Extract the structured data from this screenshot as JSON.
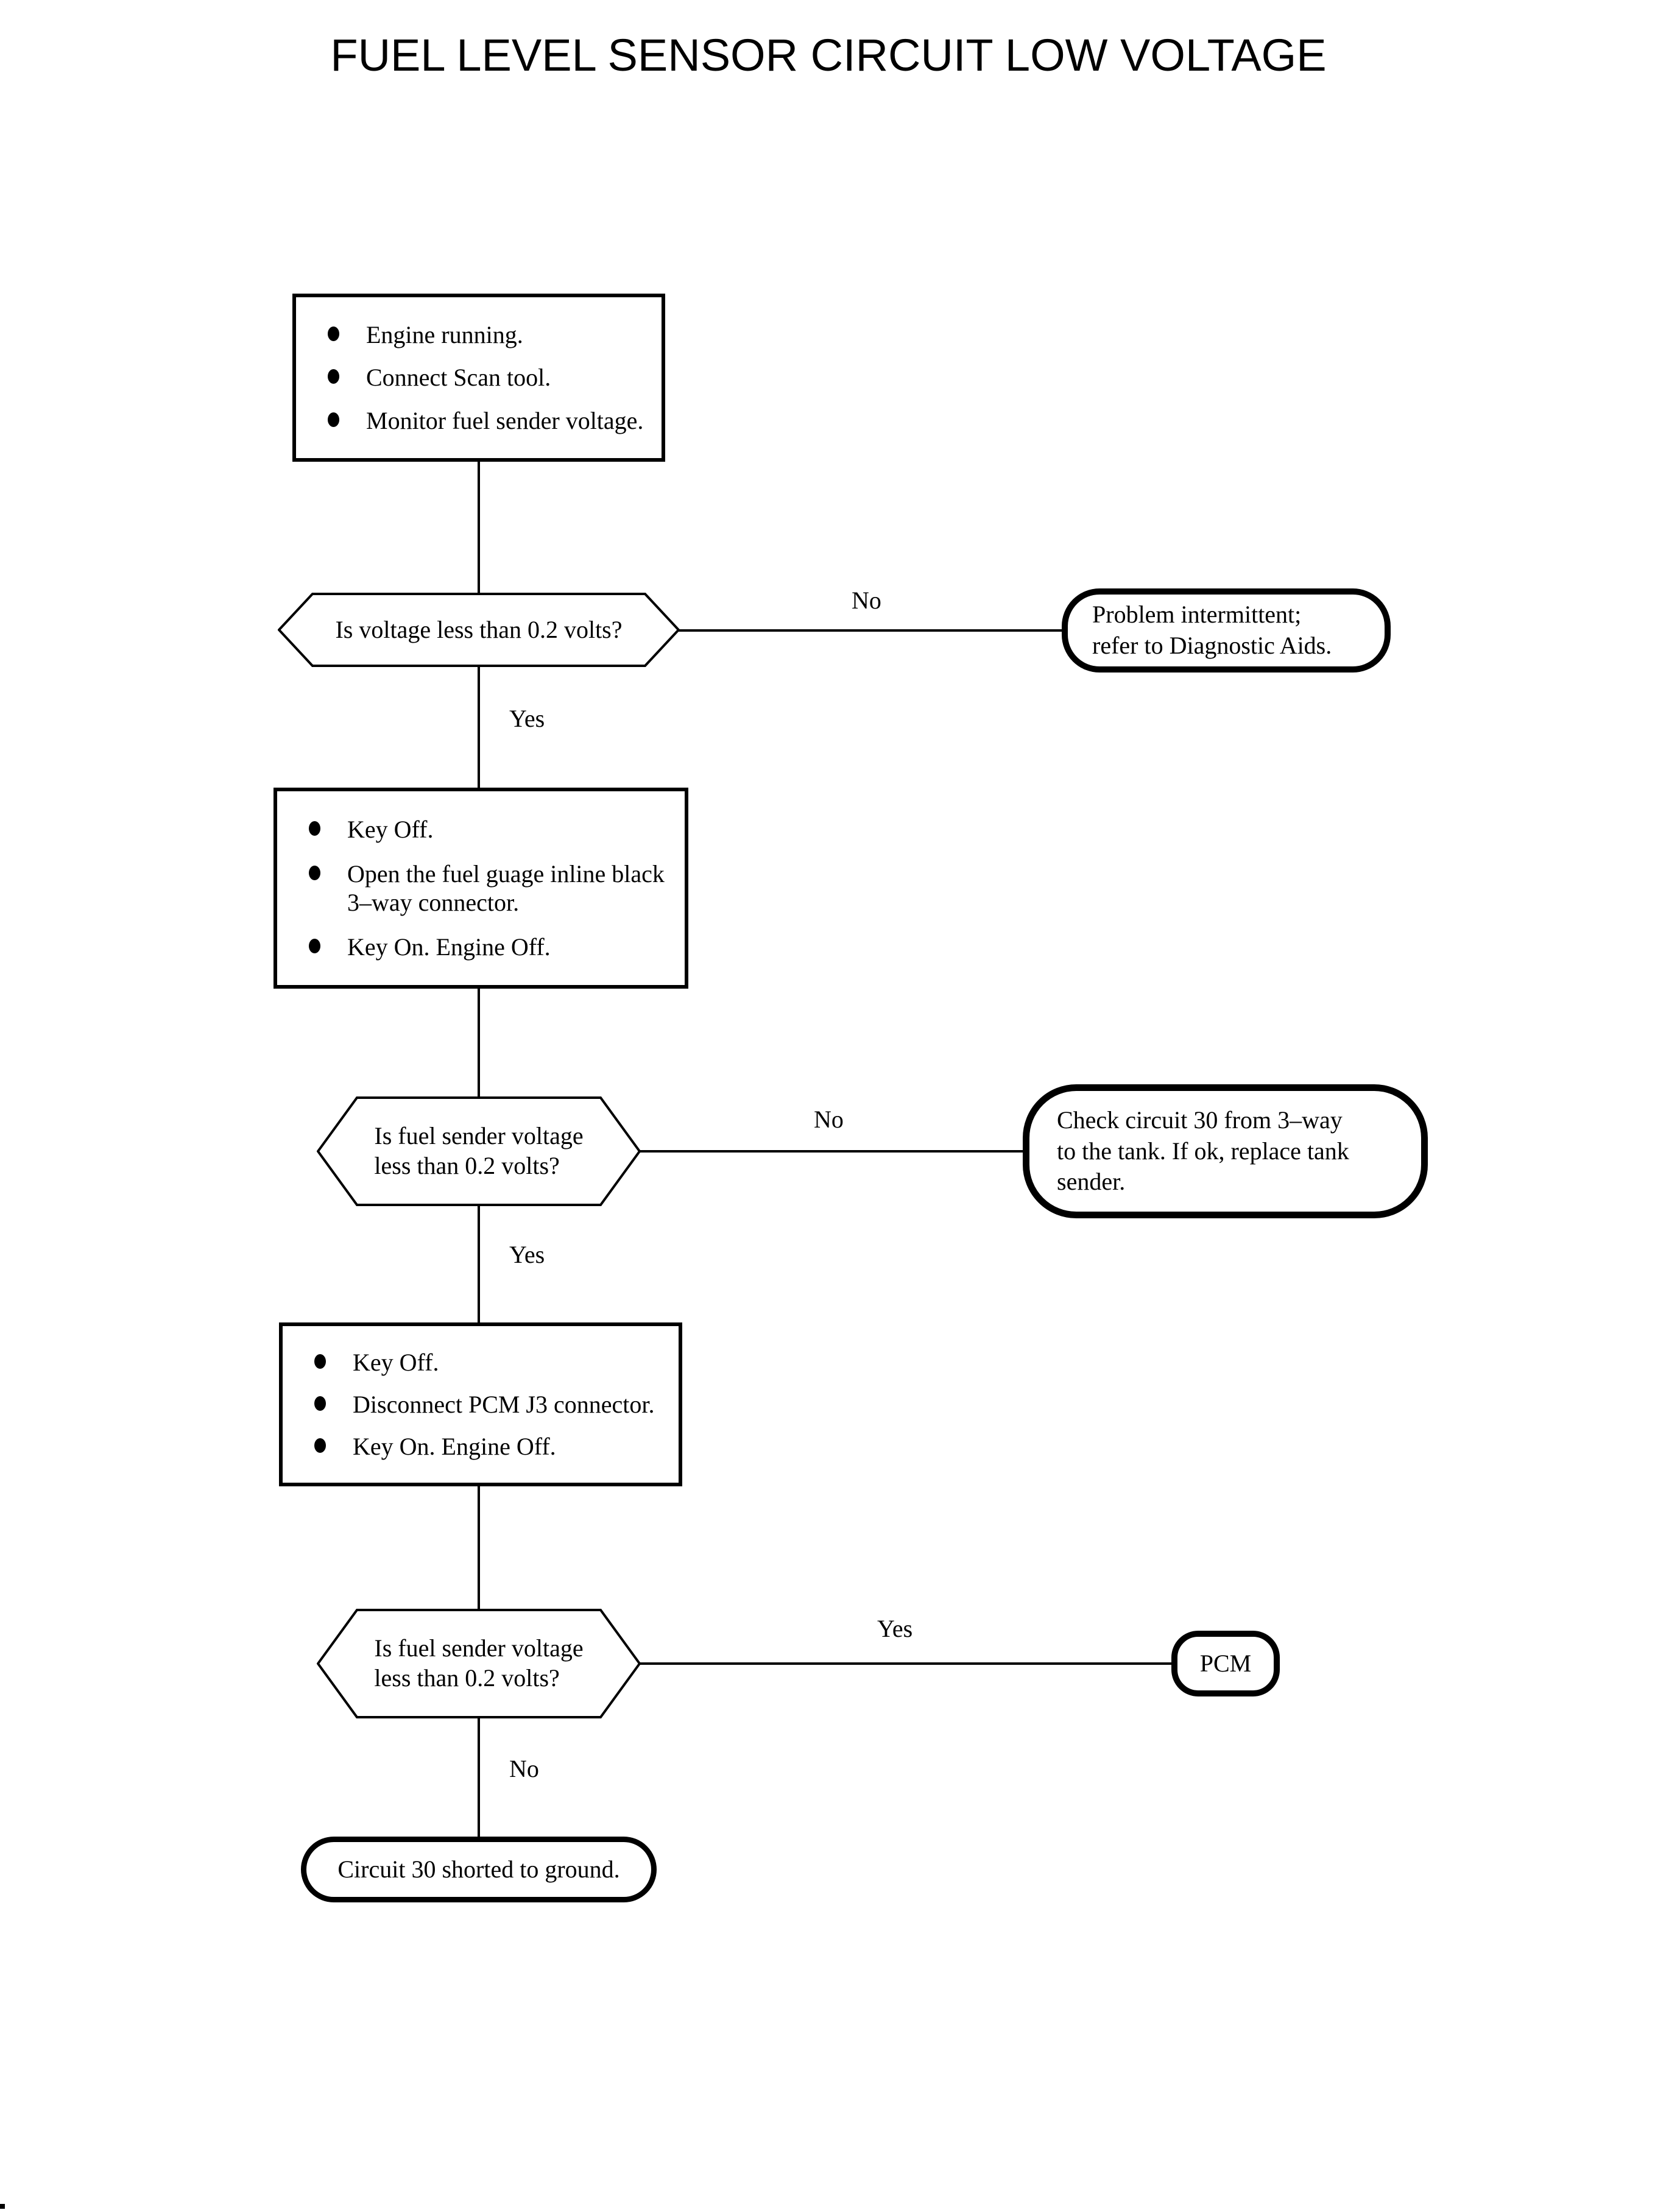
{
  "title": "FUEL LEVEL SENSOR CIRCUIT LOW VOLTAGE",
  "steps": {
    "step1": {
      "bullets": [
        "Engine running.",
        "Connect Scan tool.",
        "Monitor fuel sender voltage."
      ]
    },
    "step2": {
      "bullets": [
        "Key Off.",
        "Open the fuel guage inline black 3–way connector.",
        "Key On. Engine Off."
      ]
    },
    "step3": {
      "bullets": [
        "Key Off.",
        "Disconnect PCM J3 connector.",
        "Key On. Engine Off."
      ]
    }
  },
  "decisions": {
    "d1": {
      "question": "Is voltage less than 0.2 volts?"
    },
    "d2": {
      "lines": [
        "Is fuel sender voltage",
        "less than 0.2 volts?"
      ]
    },
    "d3": {
      "lines": [
        "Is fuel sender voltage",
        "less than 0.2 volts?"
      ]
    }
  },
  "terminals": {
    "t1": {
      "lines": [
        "Problem intermittent;",
        "refer to Diagnostic Aids."
      ]
    },
    "t2": {
      "lines": [
        "Check circuit 30 from 3–way",
        "to the tank. If ok, replace tank",
        "sender."
      ]
    },
    "t3": {
      "text": "PCM"
    },
    "t4": {
      "text": "Circuit 30 shorted to ground."
    }
  },
  "edge_labels": {
    "d1_no": "No",
    "d1_yes": "Yes",
    "d2_no": "No",
    "d2_yes": "Yes",
    "d3_yes": "Yes",
    "d3_no": "No"
  },
  "colors": {
    "ink": "#000000",
    "paper": "#ffffff"
  }
}
